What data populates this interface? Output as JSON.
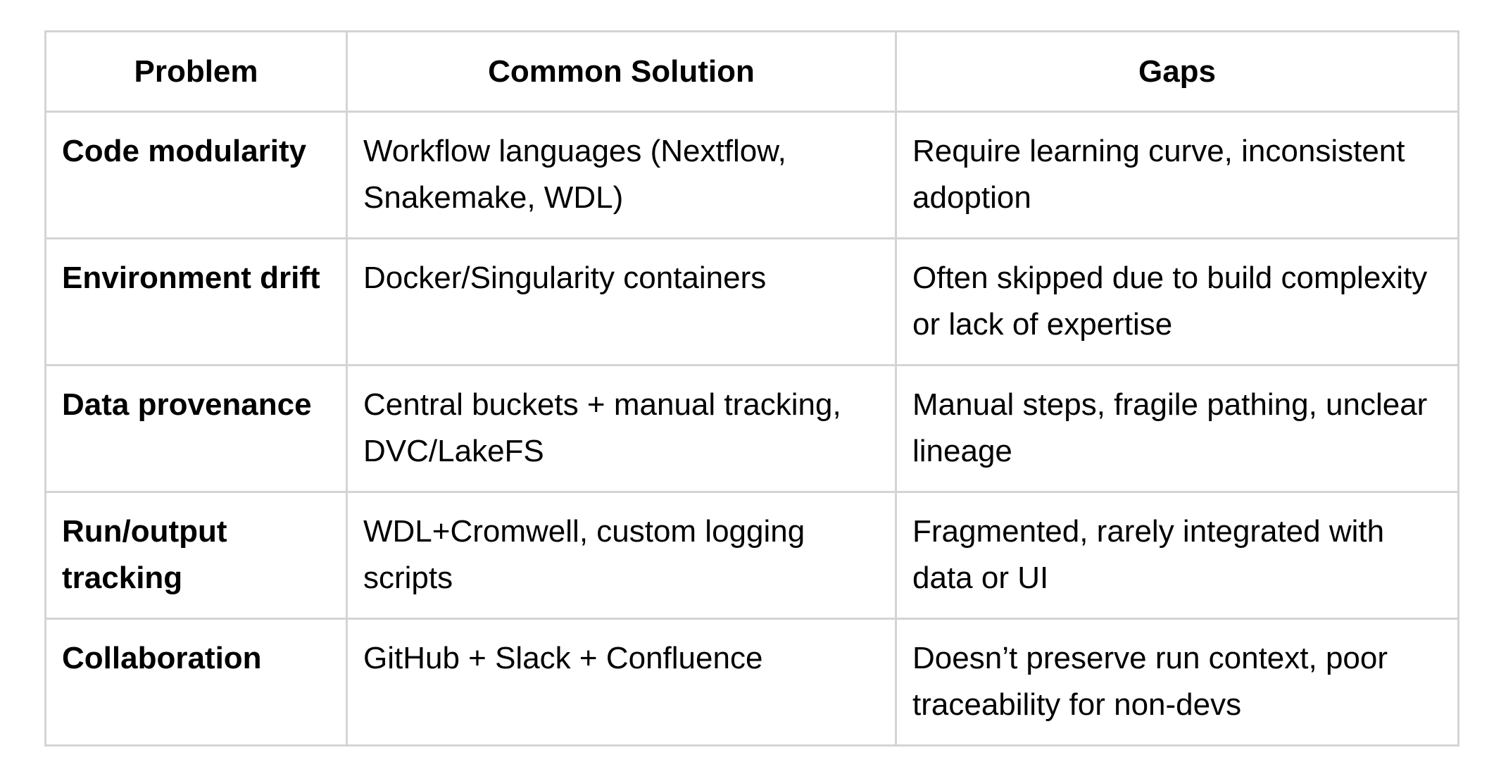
{
  "table": {
    "headers": [
      "Problem",
      "Common Solution",
      "Gaps"
    ],
    "rows": [
      {
        "problem": "Code modularity",
        "solution": "Workflow languages (Nextflow, Snakemake, WDL)",
        "gaps": "Require learning curve, inconsistent adoption"
      },
      {
        "problem": "Environment drift",
        "solution": "Docker/Singularity containers",
        "gaps": "Often skipped due to build complexity or lack of expertise"
      },
      {
        "problem": "Data provenance",
        "solution": "Central buckets + manual tracking, DVC/LakeFS",
        "gaps": "Manual steps, fragile pathing, unclear lineage"
      },
      {
        "problem": "Run/output tracking",
        "solution": "WDL+Cromwell, custom logging scripts",
        "gaps": "Fragmented, rarely integrated with data or UI"
      },
      {
        "problem": "Collaboration",
        "solution": "GitHub + Slack + Confluence",
        "gaps": "Doesn’t preserve run context, poor traceability for non-devs"
      }
    ]
  }
}
